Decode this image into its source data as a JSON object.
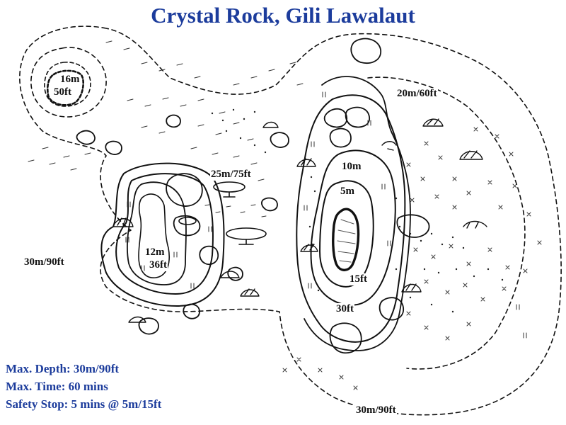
{
  "title": "Crystal Rock, Gili Lawalaut",
  "depth_labels": {
    "pinnacle_top_m": "16m",
    "pinnacle_top_ft": "50ft",
    "outer_east": "20m/60ft",
    "saddle": "25m/75ft",
    "west_rock_m": "12m",
    "west_rock_ft": "36ft",
    "outer_west": "30m/90ft",
    "main_10m": "10m",
    "main_5m": "5m",
    "main_15ft": "15ft",
    "main_30ft": "30ft",
    "outer_south": "30m/90ft"
  },
  "info": {
    "max_depth": "Max. Depth: 30m/90ft",
    "max_time": "Max. Time: 60 mins",
    "safety_stop": "Safety Stop: 5 mins @ 5m/15ft"
  },
  "colors": {
    "title": "#1c3c9c",
    "info": "#1c3c9c",
    "ink": "#111111",
    "background": "#ffffff"
  }
}
